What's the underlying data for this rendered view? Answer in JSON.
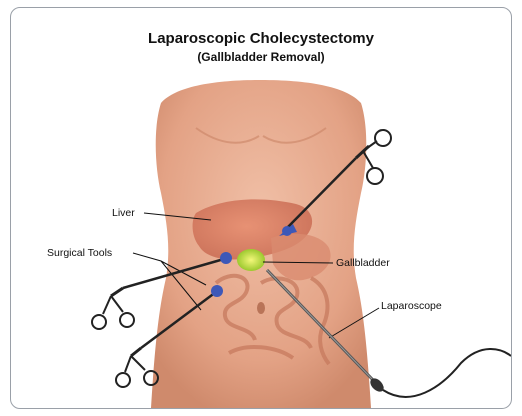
{
  "title": "Laparoscopic Cholecystectomy",
  "subtitle": "(Gallbladder Removal)",
  "labels": {
    "liver": "Liver",
    "surgical_tools": "Surgical Tools",
    "gallbladder": "Gallbladder",
    "laparoscope": "Laparoscope"
  },
  "colors": {
    "skin": "#e8a98c",
    "skin_shadow": "#c98466",
    "liver": "#d9735a",
    "gallbladder": "#b8d83a",
    "trocar": "#3d58b8",
    "tool": "#2b2b2b",
    "frame": "#9aa0a8"
  }
}
